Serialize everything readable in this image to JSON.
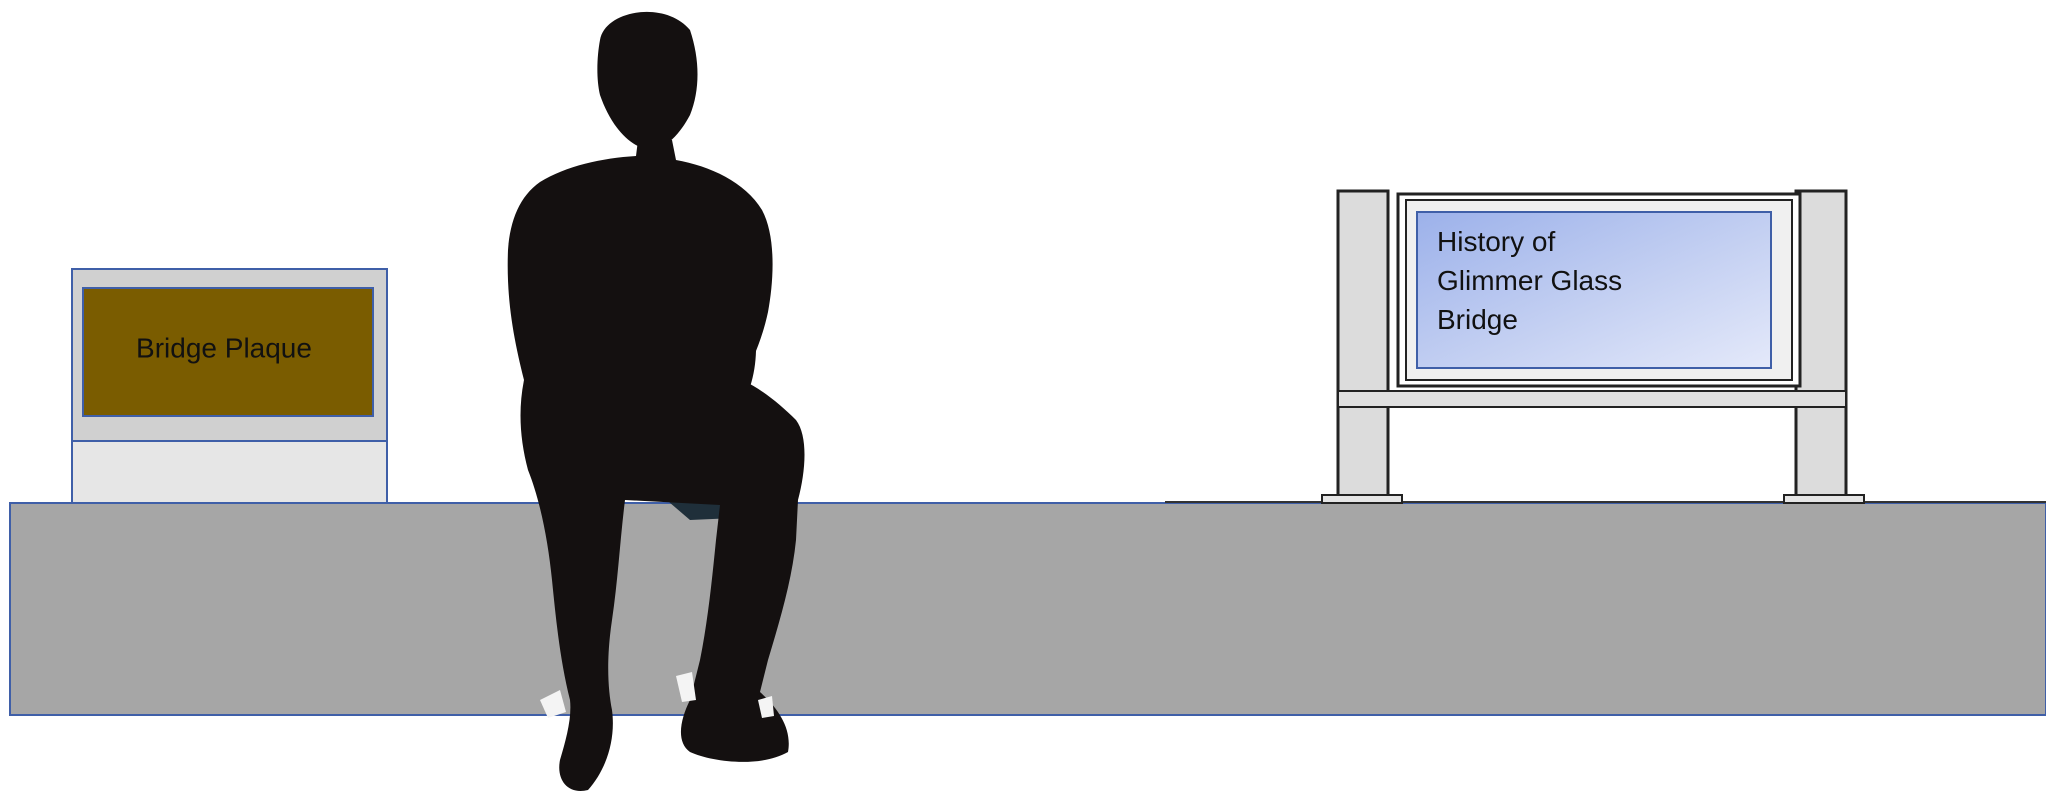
{
  "plaque": {
    "label": "Bridge Plaque"
  },
  "history_sign": {
    "lines": [
      "History of",
      "Glimmer Glass",
      "Bridge"
    ]
  },
  "colors": {
    "ground": "#a6a6a6",
    "ground_outline": "#3f5fa8",
    "plaque_fill": "#7a5c00",
    "plaque_border": "#3f5fa8",
    "plaque_housing": "#d0d0d0",
    "plaque_base": "#e6e6e6",
    "sign_post": "#dcdcdc",
    "sign_panel_light": "#dbe3f7",
    "sign_panel_dark": "#9fb3ea",
    "silhouette": "#141010",
    "seat": "#1f2f3a"
  }
}
